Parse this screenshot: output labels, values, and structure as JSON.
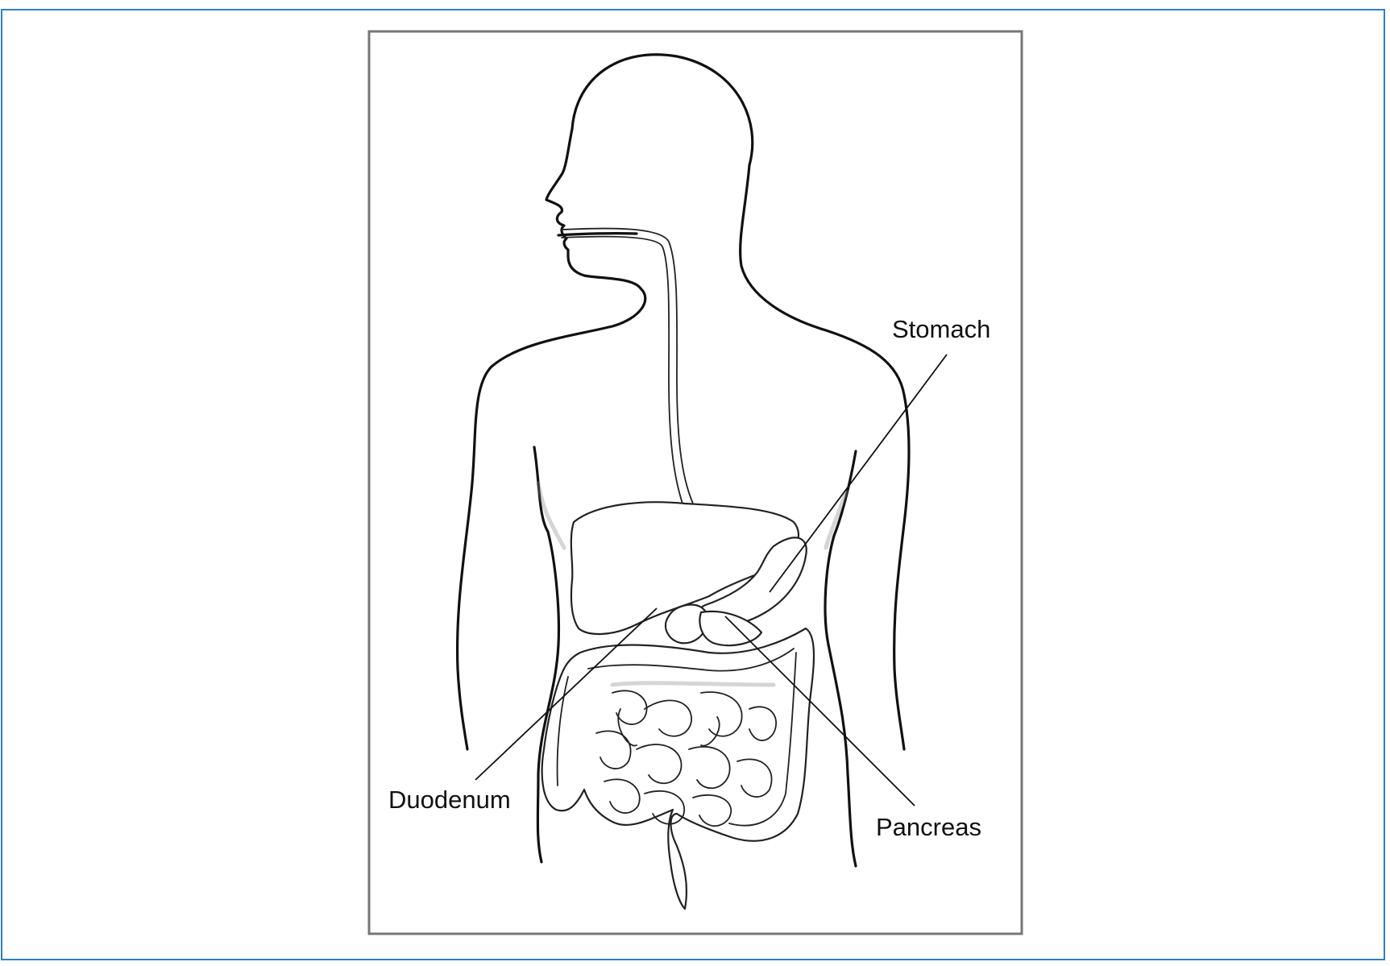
{
  "labels": {
    "stomach": "Stomach",
    "duodenum": "Duodenum",
    "pancreas": "Pancreas"
  },
  "colors": {
    "frame": "#2f7fc1",
    "line": "#111111"
  }
}
